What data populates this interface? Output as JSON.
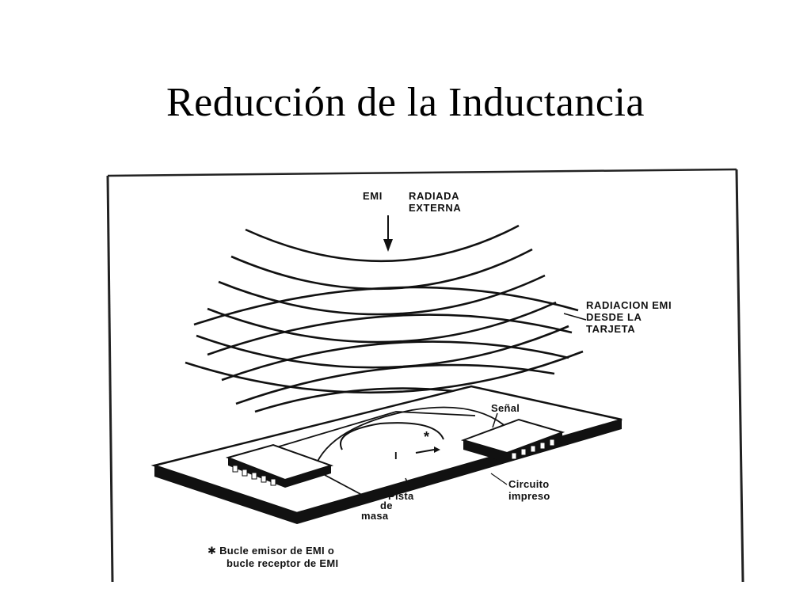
{
  "slide": {
    "title": "Reducción de la Inductancia"
  },
  "diagram": {
    "external_emi": [
      "EMI",
      "RADIADA",
      "EXTERNA"
    ],
    "board_emi": [
      "RADIACION EMI",
      "DESDE LA",
      "TARJETA"
    ],
    "signal": "Señal",
    "loop_marker": "*",
    "current": "I",
    "ground_trace": [
      "Pista",
      "de",
      "masa"
    ],
    "printed_circuit": [
      "Circuito",
      "impreso"
    ],
    "footnote": [
      "✱ Bucle emisor de EMI o",
      "bucle receptor de EMI"
    ]
  }
}
